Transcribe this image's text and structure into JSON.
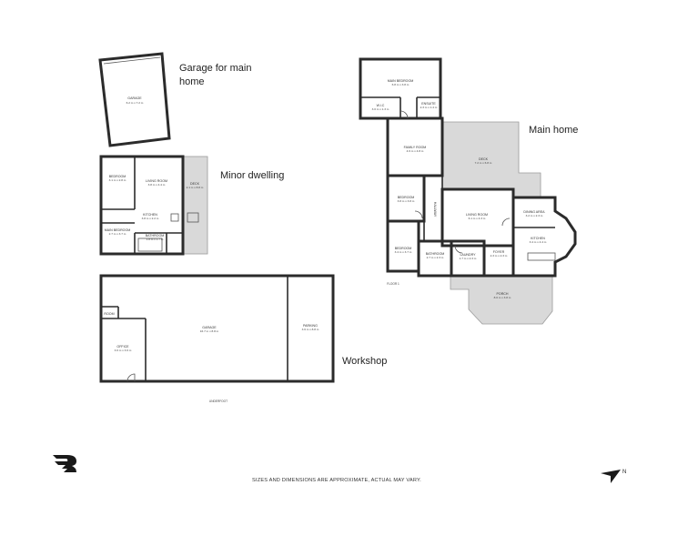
{
  "titles": {
    "garage": [
      "Garage for main",
      "home"
    ],
    "minor": "Minor dwelling",
    "workshop": "Workshop",
    "main": "Main home"
  },
  "rooms": {
    "garage": {
      "name": "GARAGE",
      "dim": "6.2 m x 7.2 m"
    },
    "md_bedroom": {
      "name": "BEDROOM",
      "dim": "3.1 m x 2.8 m"
    },
    "md_living": {
      "name": "LIVING ROOM",
      "dim": "3.8 m x 4.4 m"
    },
    "md_deck": {
      "name": "DECK",
      "dim": "2.1 m x 8.8 m"
    },
    "md_kitchen": {
      "name": "KITCHEN",
      "dim": "3.8 m x 2.2 m"
    },
    "md_main_bedroom": {
      "name": "MAIN BEDROOM",
      "dim": "2.7 m x 3.7 m"
    },
    "md_bathroom": {
      "name": "BATHROOM",
      "dim": "1.8 m x 1.7 m"
    },
    "ws_room": {
      "name": "ROOM",
      "dim": ""
    },
    "ws_office": {
      "name": "OFFICE",
      "dim": "3.6 m x 3.6 m"
    },
    "ws_garage": {
      "name": "GARAGE",
      "dim": "16.7 m x 8.8 m"
    },
    "ws_parking": {
      "name": "PARKING",
      "dim": "3.6 m x 8.8 m"
    },
    "mh_main_bedroom": {
      "name": "MAIN BEDROOM",
      "dim": "6.8 m x 3.8 m"
    },
    "mh_wic": {
      "name": "W.I.C",
      "dim": "3.0 m x 1.3 m"
    },
    "mh_ensuite": {
      "name": "ENSUITE",
      "dim": "2.3 m x 1.4 m"
    },
    "mh_family": {
      "name": "FAMILY ROOM",
      "dim": "4.6 m x 4.8 m"
    },
    "mh_deck": {
      "name": "DECK",
      "dim": "7.2 m x 6.8 m"
    },
    "mh_bedroom1": {
      "name": "BEDROOM",
      "dim": "3.8 m x 3.8 m"
    },
    "mh_living": {
      "name": "LIVING ROOM",
      "dim": "6.1 m x 4.3 m"
    },
    "mh_dining": {
      "name": "DINING AREA",
      "dim": "3.2 m x 2.3 m"
    },
    "mh_kitchen": {
      "name": "KITCHEN",
      "dim": "3.4 m x 4.4 m"
    },
    "mh_bedroom2": {
      "name": "BEDROOM",
      "dim": "3.4 m x 3.7 m"
    },
    "mh_bathroom": {
      "name": "BATHROOM",
      "dim": "2.7 m x 2.3 m"
    },
    "mh_laundry": {
      "name": "LAUNDRY",
      "dim": "1.7 m x 2.3 m"
    },
    "mh_foyer": {
      "name": "FOYER",
      "dim": "2.3 m x 2.3 m"
    },
    "mh_porch": {
      "name": "PORCH",
      "dim": "8.0 m x 3.8 m"
    },
    "mh_hall": {
      "name": "HALLWAY",
      "dim": ""
    }
  },
  "labels": {
    "floor": "FLOOR 1",
    "underfoot": "UNDERFOOT"
  },
  "footer": "SIZES AND DIMENSIONS ARE APPROXIMATE, ACTUAL MAY VARY.",
  "compass": {
    "letter": "N",
    "icon": "north-arrow-icon"
  },
  "logo": {
    "icon": "brand-logo-icon"
  }
}
